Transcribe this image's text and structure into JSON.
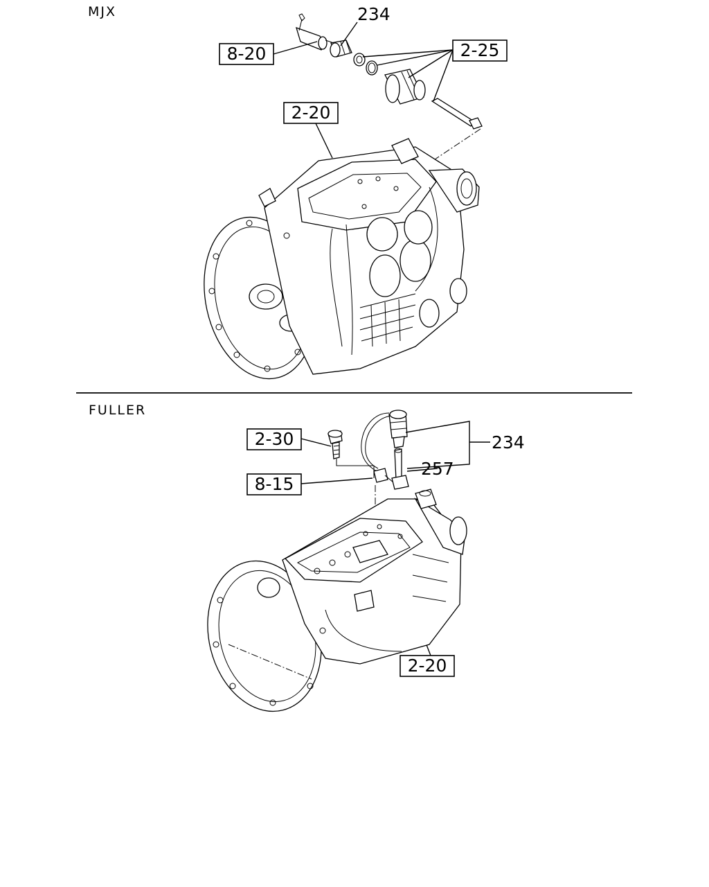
{
  "sections": {
    "top": {
      "title": "MJX"
    },
    "bottom": {
      "title": "FULLER"
    }
  },
  "callouts": {
    "mjx_switch": "234",
    "mjx_wiring": "8-20",
    "mjx_gear_parts": "2-25",
    "mjx_transmission": "2-20",
    "fuller_bolt": "2-30",
    "fuller_switch": "234",
    "fuller_rod": "257",
    "fuller_wiring": "8-15",
    "fuller_transmission": "2-20"
  }
}
